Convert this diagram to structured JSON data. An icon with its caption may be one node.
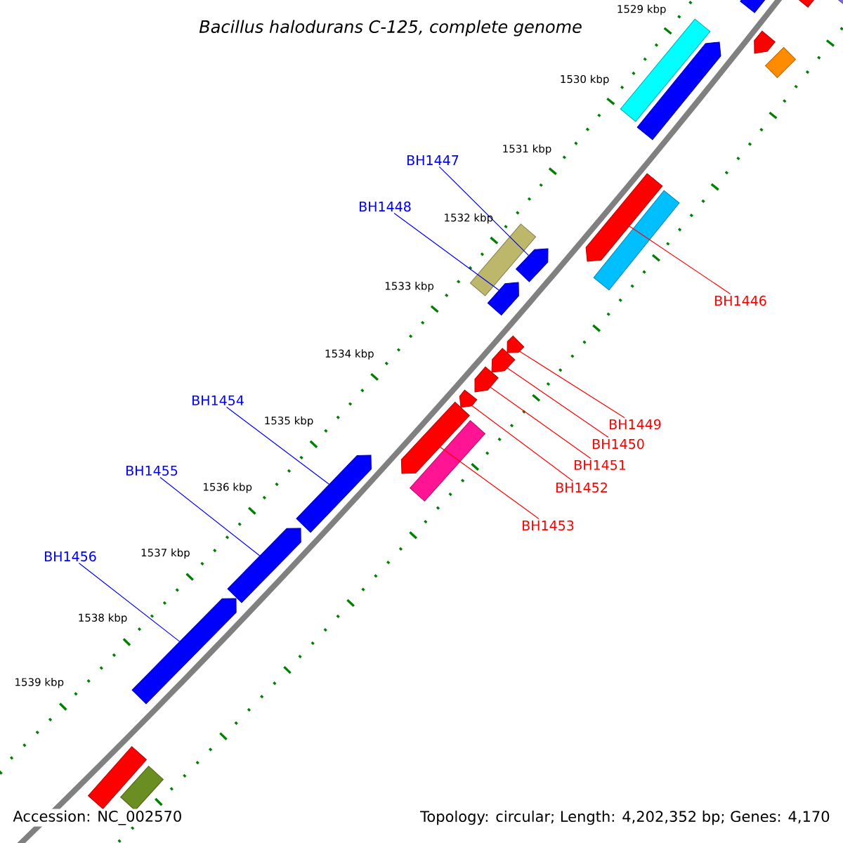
{
  "diagram": {
    "title": "Bacillus halodurans C-125, complete genome",
    "nodes": [
      {
        "text": [
          "BH1447"
        ]
      },
      {
        "text": [
          "BH1448"
        ]
      },
      {
        "text": [
          "BH1446"
        ]
      },
      {
        "text": [
          "BH1449"
        ]
      },
      {
        "text": [
          "BH1450"
        ]
      },
      {
        "text": [
          "BH1451"
        ]
      },
      {
        "text": [
          "BH1452"
        ]
      },
      {
        "text": [
          "BH1453"
        ]
      },
      {
        "text": [
          "BH1454"
        ]
      },
      {
        "text": [
          "BH1455"
        ]
      },
      {
        "text": [
          "BH1456"
        ]
      },
      {
        "text": [],
        "shape": "bar"
      },
      {
        "text": [],
        "shape": "bar"
      },
      {
        "text": [],
        "shape": "bar"
      },
      {
        "text": [],
        "shape": "bar"
      },
      {
        "text": [],
        "shape": "bar"
      },
      {
        "text": [],
        "shape": "bar"
      },
      {
        "text": [],
        "shape": "bar"
      },
      {
        "text": [],
        "shape": "bar"
      },
      {
        "text": [],
        "shape": "bar"
      },
      {
        "text": [],
        "shape": "bar"
      },
      {
        "text": [],
        "shape": "bar"
      },
      {
        "text": [],
        "shape": "bar"
      },
      {
        "text": [],
        "shape": "bar"
      },
      {
        "text": [],
        "shape": "bar"
      },
      {
        "text": [],
        "shape": "bar"
      },
      {
        "text": [],
        "shape": "bar"
      },
      {
        "text": [],
        "shape": "bar"
      },
      {
        "text": [],
        "shape": "bar"
      },
      {
        "text": [],
        "shape": "bar"
      },
      {
        "text": [],
        "shape": "bar"
      },
      {
        "text": [],
        "shape": "bar"
      },
      {
        "text": [],
        "shape": "bar"
      },
      {
        "text": [],
        "shape": "bar"
      }
    ],
    "edges": [
      {
        "from": 0,
        "to": 21,
        "arrow": "none",
        "color": "#0000ff"
      },
      {
        "from": 1,
        "to": 22,
        "arrow": "none",
        "color": "#0000ff"
      },
      {
        "from": 2,
        "to": 18,
        "arrow": "none"
      },
      {
        "from": 3,
        "to": 23,
        "arrow": "none"
      },
      {
        "from": 4,
        "to": 24,
        "arrow": "none"
      },
      {
        "from": 5,
        "to": 25,
        "arrow": "none"
      },
      {
        "from": 6,
        "to": 26,
        "arrow": "none"
      },
      {
        "from": 7,
        "to": 27,
        "arrow": "none"
      },
      {
        "from": 8,
        "to": 29,
        "arrow": "none",
        "color": "#0000ff"
      },
      {
        "from": 9,
        "to": 30,
        "arrow": "none",
        "color": "#0000ff"
      },
      {
        "from": 10,
        "to": 31,
        "arrow": "none",
        "color": "#0000ff"
      }
    ],
    "labels": [
      "1529 kbp",
      "1530 kbp",
      "1531 kbp",
      "1532 kbp",
      "1533 kbp",
      "1534 kbp",
      "1535 kbp",
      "1536 kbp",
      "1537 kbp",
      "1538 kbp",
      "1539 kbp",
      "Accession: NC_002570",
      "Topology: circular; Length: 4,202,352 bp; Genes: 4,170"
    ]
  }
}
